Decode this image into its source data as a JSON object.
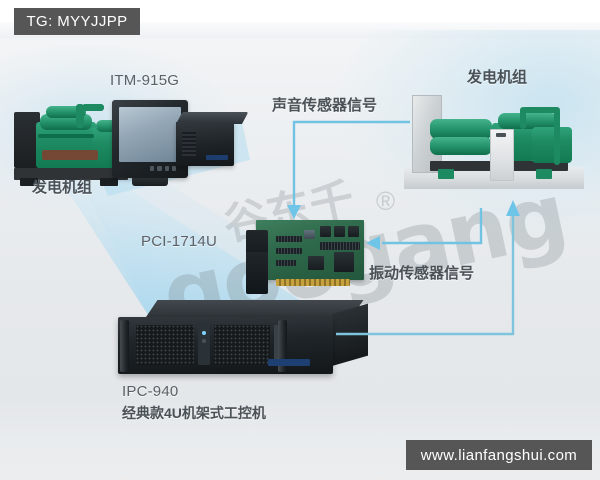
{
  "badges": {
    "tg": "TG: MYYJJPP",
    "site": "www.lianfangshui.com"
  },
  "diagram": {
    "title_hidden": "",
    "labels": {
      "itm_monitor": "ITM-915G",
      "generator_left": "发电机组",
      "generator_right": "发电机组",
      "sound_sensor_signal": "声音传感器信号",
      "vibration_sensor_signal": "振动传感器信号",
      "pci_card": "PCI-1714U",
      "ipc_model": "IPC-940",
      "ipc_desc": "经典款4U机架式工控机"
    },
    "watermark": {
      "latin": "googang",
      "cjk": "谷东千",
      "registered": "®"
    },
    "colors": {
      "badge_bg": "#565656",
      "badge_text": "#ffffff",
      "arrow_blue": "#6ec5e8",
      "line_blue": "#7fc4dd",
      "beam_blue": "#b9dff0",
      "label_text": "#565d63",
      "generator_green": "#1f8c63",
      "chassis_black": "#1d2226",
      "pcb_green": "#2f6b4c",
      "background": "#e6e9ec"
    }
  }
}
